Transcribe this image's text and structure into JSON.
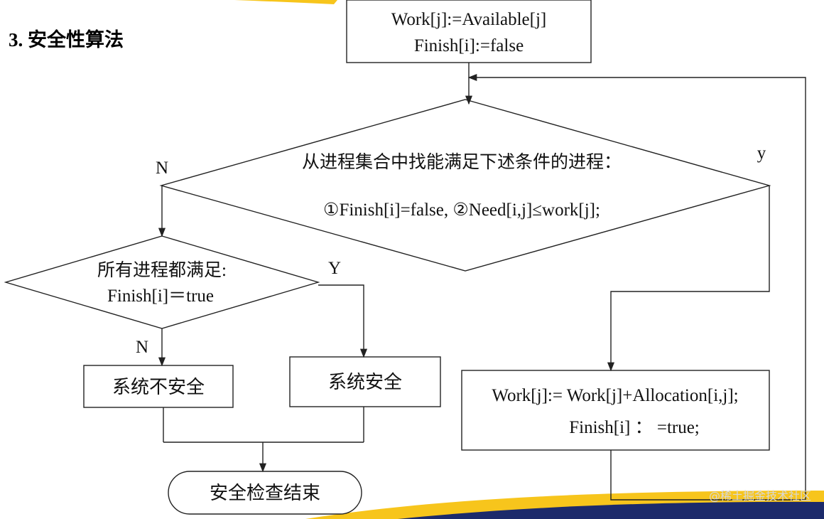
{
  "section_title": "3. 安全性算法",
  "init_box": {
    "line1": "Work[j]:=Available[j]",
    "line2": "Finish[i]:=false"
  },
  "main_decision": {
    "line1": "从进程集合中找能满足下述条件的进程：",
    "line2": "①Finish[i]=false, ②Need[i,j]≤work[j];",
    "no_label": "N",
    "yes_label": "y"
  },
  "all_decision": {
    "line1": "所有进程都满足:",
    "line2": "Finish[i]＝true",
    "no_label": "N",
    "yes_label": "Y"
  },
  "unsafe_box": {
    "label": "系统不安全"
  },
  "safe_box": {
    "label": "系统安全"
  },
  "update_box": {
    "line1": "Work[j]:= Work[j]+Allocation[i,j];",
    "line2": "Finish[i] ： =true;"
  },
  "end_terminal": {
    "label": "安全检查结束"
  },
  "watermark": "@稀土掘金技术社区",
  "colors": {
    "accent_yellow": "#f7c51c",
    "accent_navy": "#1c2a6b",
    "line": "#222222"
  }
}
